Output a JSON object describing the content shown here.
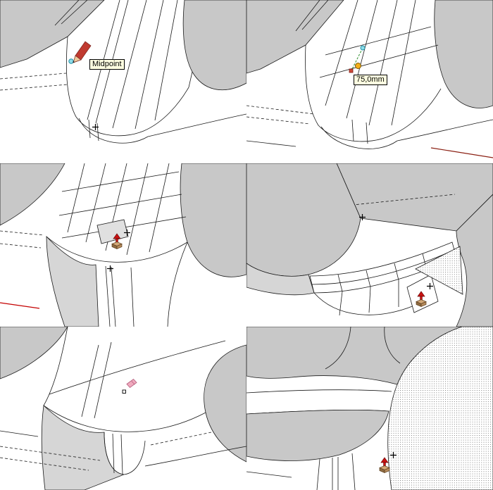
{
  "figure": {
    "description_visible_text_only": true,
    "panels": [
      {
        "name": "step-1",
        "cursor": "pencil-tool-icon",
        "inference_marker": "midpoint-cyan-dot",
        "tooltip": "Midpoint"
      },
      {
        "name": "step-2",
        "cursor": "tape-measure-cursor-dot",
        "measurement": "75,0mm",
        "markers": [
          "start-point-cyan-circle",
          "end-point-red-square",
          "green-dashed-measure-line"
        ]
      },
      {
        "name": "step-3",
        "cursor": "push-pull-tool-icon",
        "marker": "plus-cursor"
      },
      {
        "name": "step-4",
        "cursor": "push-pull-tool-icon",
        "marker": "plus-cursor"
      },
      {
        "name": "step-5",
        "cursor": "eraser-tool-icon",
        "marker": "square-cursor"
      },
      {
        "name": "step-6",
        "cursor": "push-pull-tool-icon",
        "marker": "plus-cursor"
      }
    ],
    "colors": {
      "face_gray": "#c8c8c8",
      "face_white": "#ffffff",
      "edge_black": "#1a1a1a",
      "axis_red": "#c40000",
      "dark_red_edge": "#8a1f12",
      "measure_green": "#2e8f2e",
      "inference_cyan": "#8fdbe8",
      "cursor_orange": "#f4b01c",
      "endpoint_red": "#cf4a3a",
      "tooltip_bg": "#ffffe1",
      "pushpull_arrow": "#cc1111",
      "pushpull_box": "#d2a878",
      "eraser_pink": "#f0aabe"
    }
  }
}
